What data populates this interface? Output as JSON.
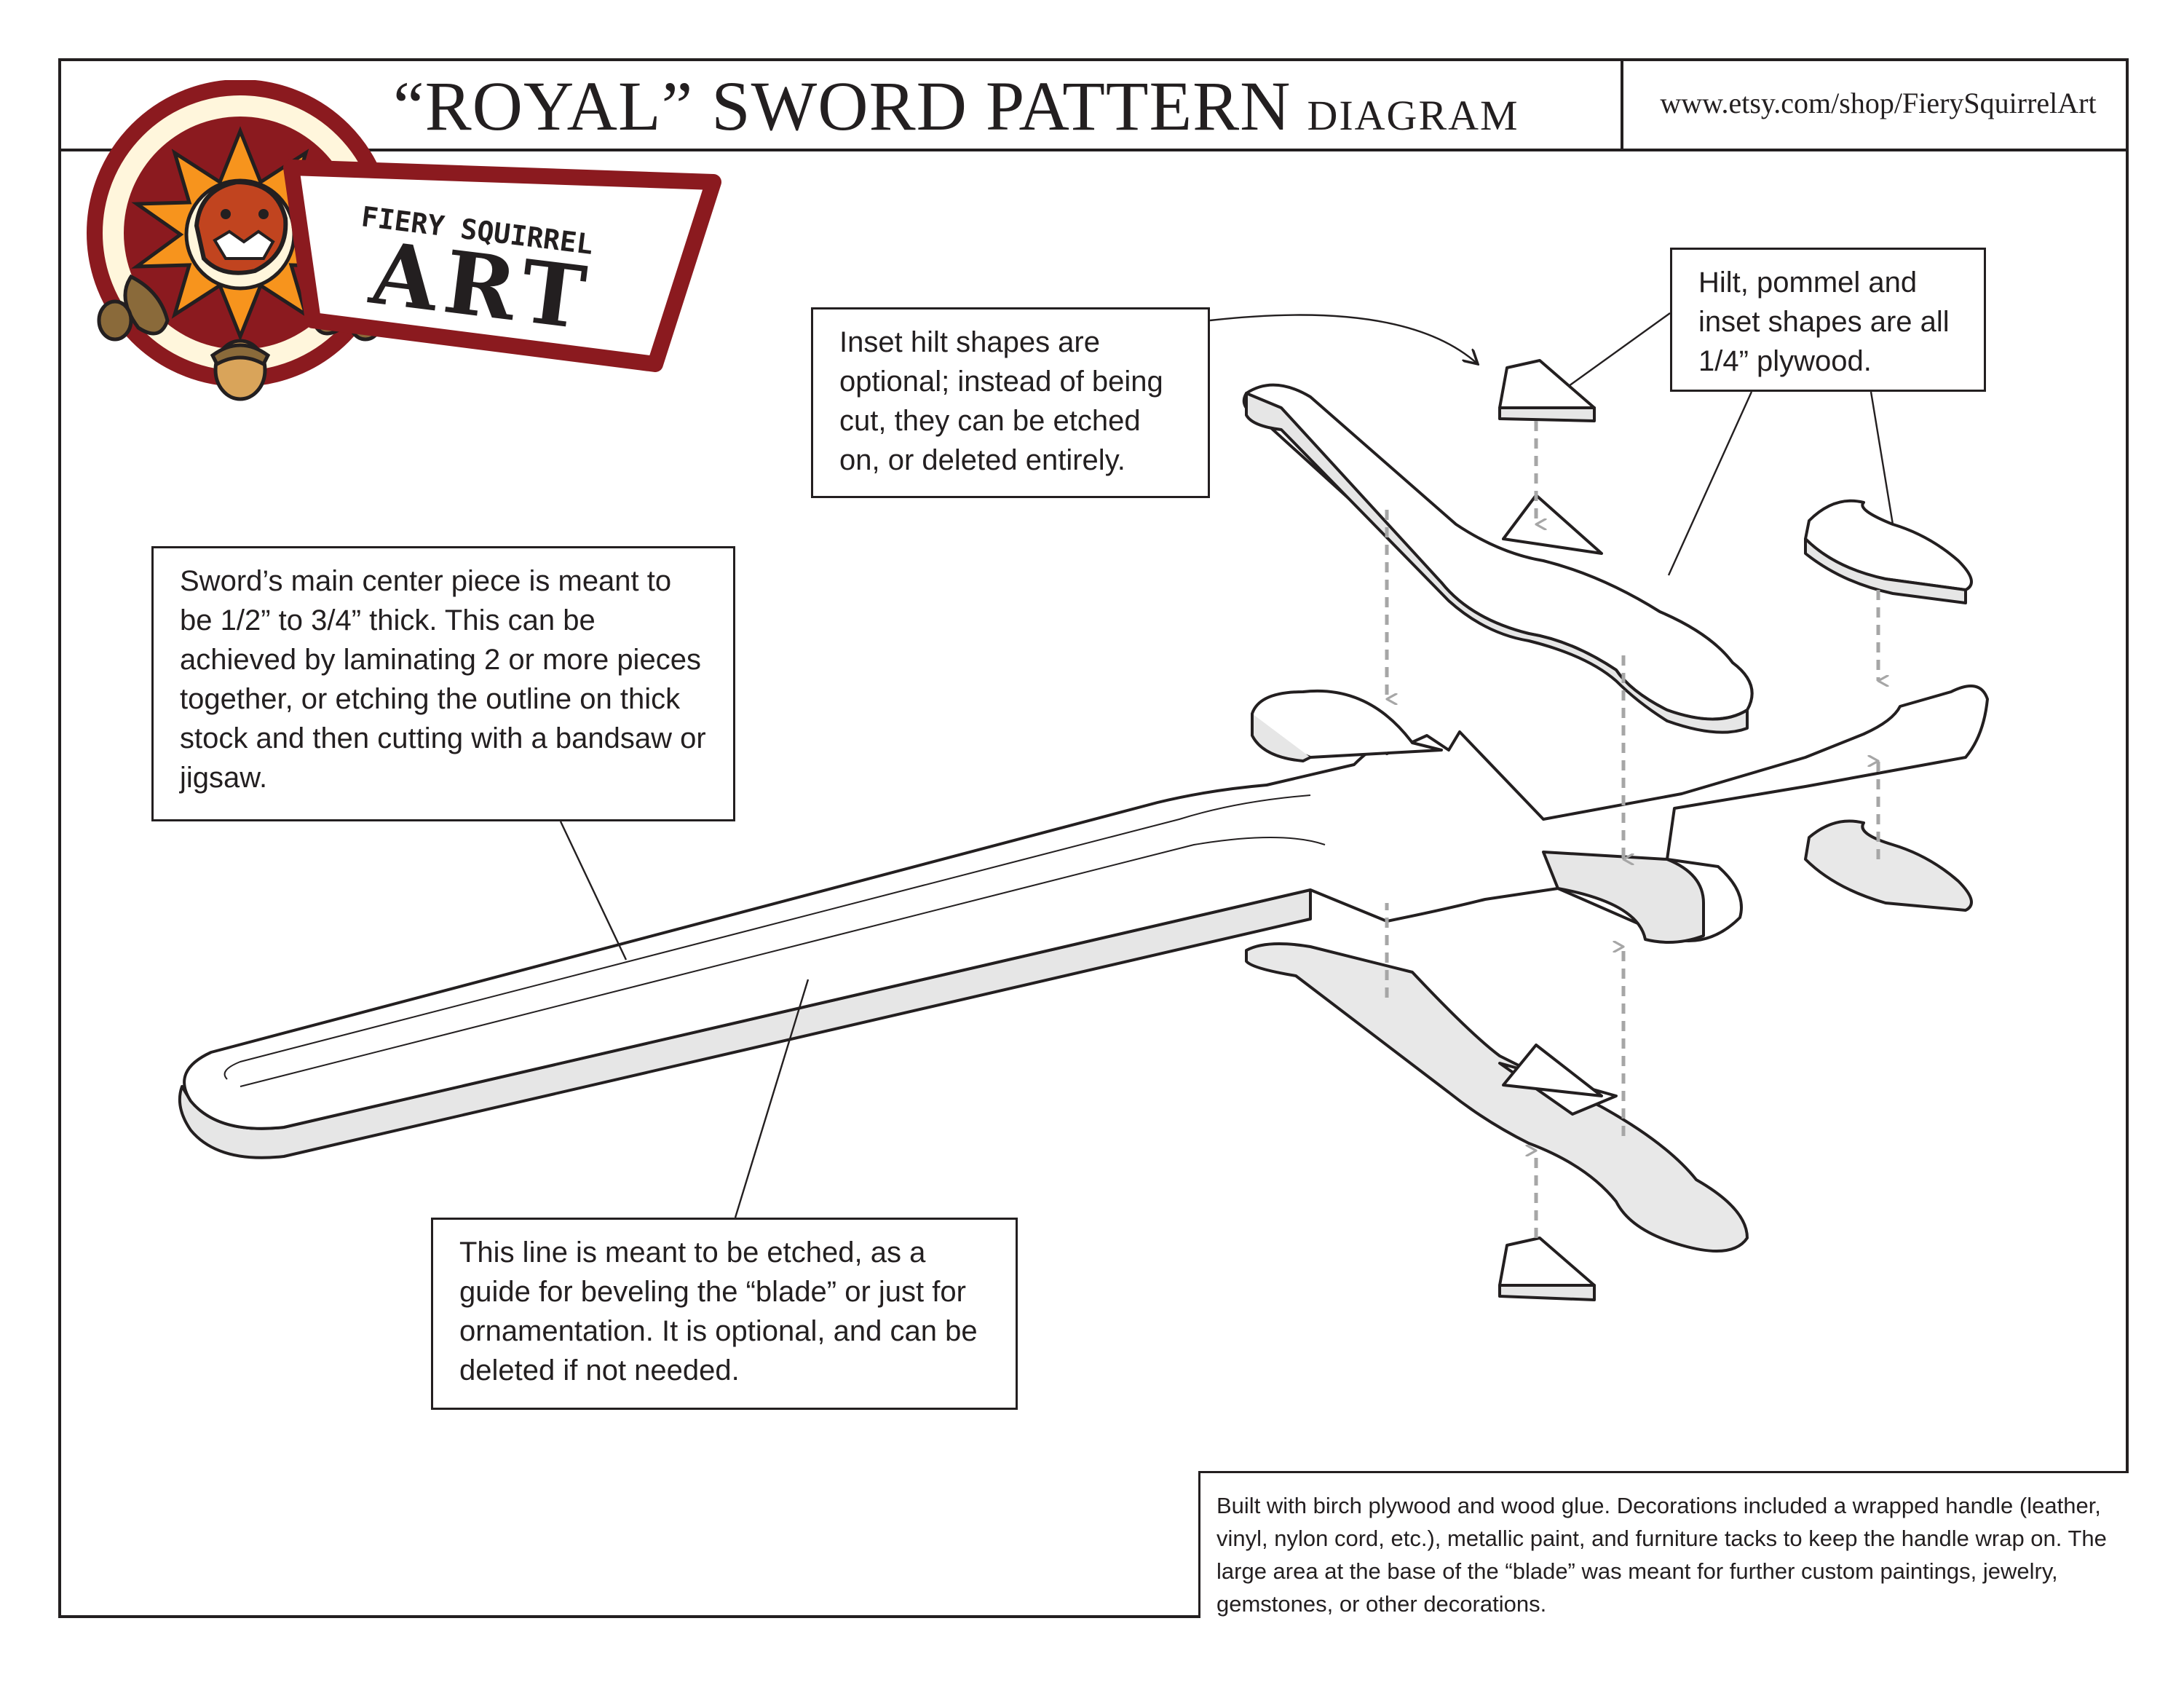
{
  "header": {
    "title": "“ROYAL” SWORD PATTERN",
    "subtitle": "DIAGRAM",
    "url": "www.etsy.com/shop/FierySquirrelArt"
  },
  "logo": {
    "line1": "FIERY SQUIRREL",
    "line2": "ART",
    "colors": {
      "maroon": "#8b1a1f",
      "orange": "#f7941d",
      "cream": "#fff6dc",
      "brown": "#8a6a3a",
      "squirrel": "#c1441f"
    }
  },
  "callouts": {
    "inset": "Inset hilt shapes are optional; instead of being cut, they can be etched on, or deleted entirely.",
    "ply": "Hilt, pommel and inset shapes are all 1/4” plywood.",
    "main": "Sword’s main center piece is meant to be 1/2” to 3/4” thick. This can be achieved by laminating 2 or more pieces together, or etching the outline on thick stock and then cutting with a bandsaw or jigsaw.",
    "etch": "This line is meant to be etched, as a guide for beveling the “blade” or just for ornamentation. It is optional, and can be deleted if not needed.",
    "built": "Built with birch plywood and wood glue. Decorations included a wrapped handle (leather, vinyl, nylon cord, etc.), metallic paint, and furniture tacks to keep the handle wrap on. The large area at the base of the “blade” was meant for further custom paintings, jewelry, gemstones, or other decorations."
  },
  "colors": {
    "ink": "#231f20",
    "side": "#e6e6e6",
    "piece": "#e8e8e8",
    "arrow": "#a6a6a6"
  }
}
